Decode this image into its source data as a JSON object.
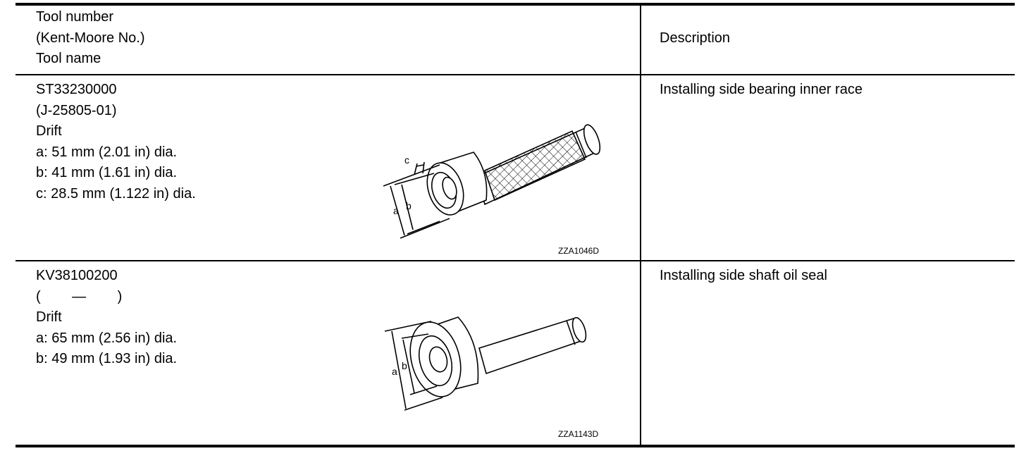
{
  "header": {
    "tool_col": [
      "Tool number",
      "(Kent-Moore No.)",
      "Tool name"
    ],
    "description_col": "Description"
  },
  "rows": [
    {
      "tool_number": "ST33230000",
      "kent_moore": "(J-25805-01)",
      "tool_name": "Drift",
      "dimensions": [
        "a: 51 mm (2.01 in) dia.",
        "b: 41 mm (1.61 in) dia.",
        "c: 28.5 mm (1.122 in) dia."
      ],
      "figure_code": "ZZA1046D",
      "figure_labels": [
        "a",
        "b",
        "c"
      ],
      "description": "Installing side bearing inner race"
    },
    {
      "tool_number": "KV38100200",
      "kent_moore": "(        —        )",
      "tool_name": "Drift",
      "dimensions": [
        "a: 65 mm (2.56 in) dia.",
        "b: 49 mm (1.93 in) dia."
      ],
      "figure_code": "ZZA1143D",
      "figure_labels": [
        "a",
        "b"
      ],
      "description": "Installing side shaft oil seal"
    }
  ]
}
